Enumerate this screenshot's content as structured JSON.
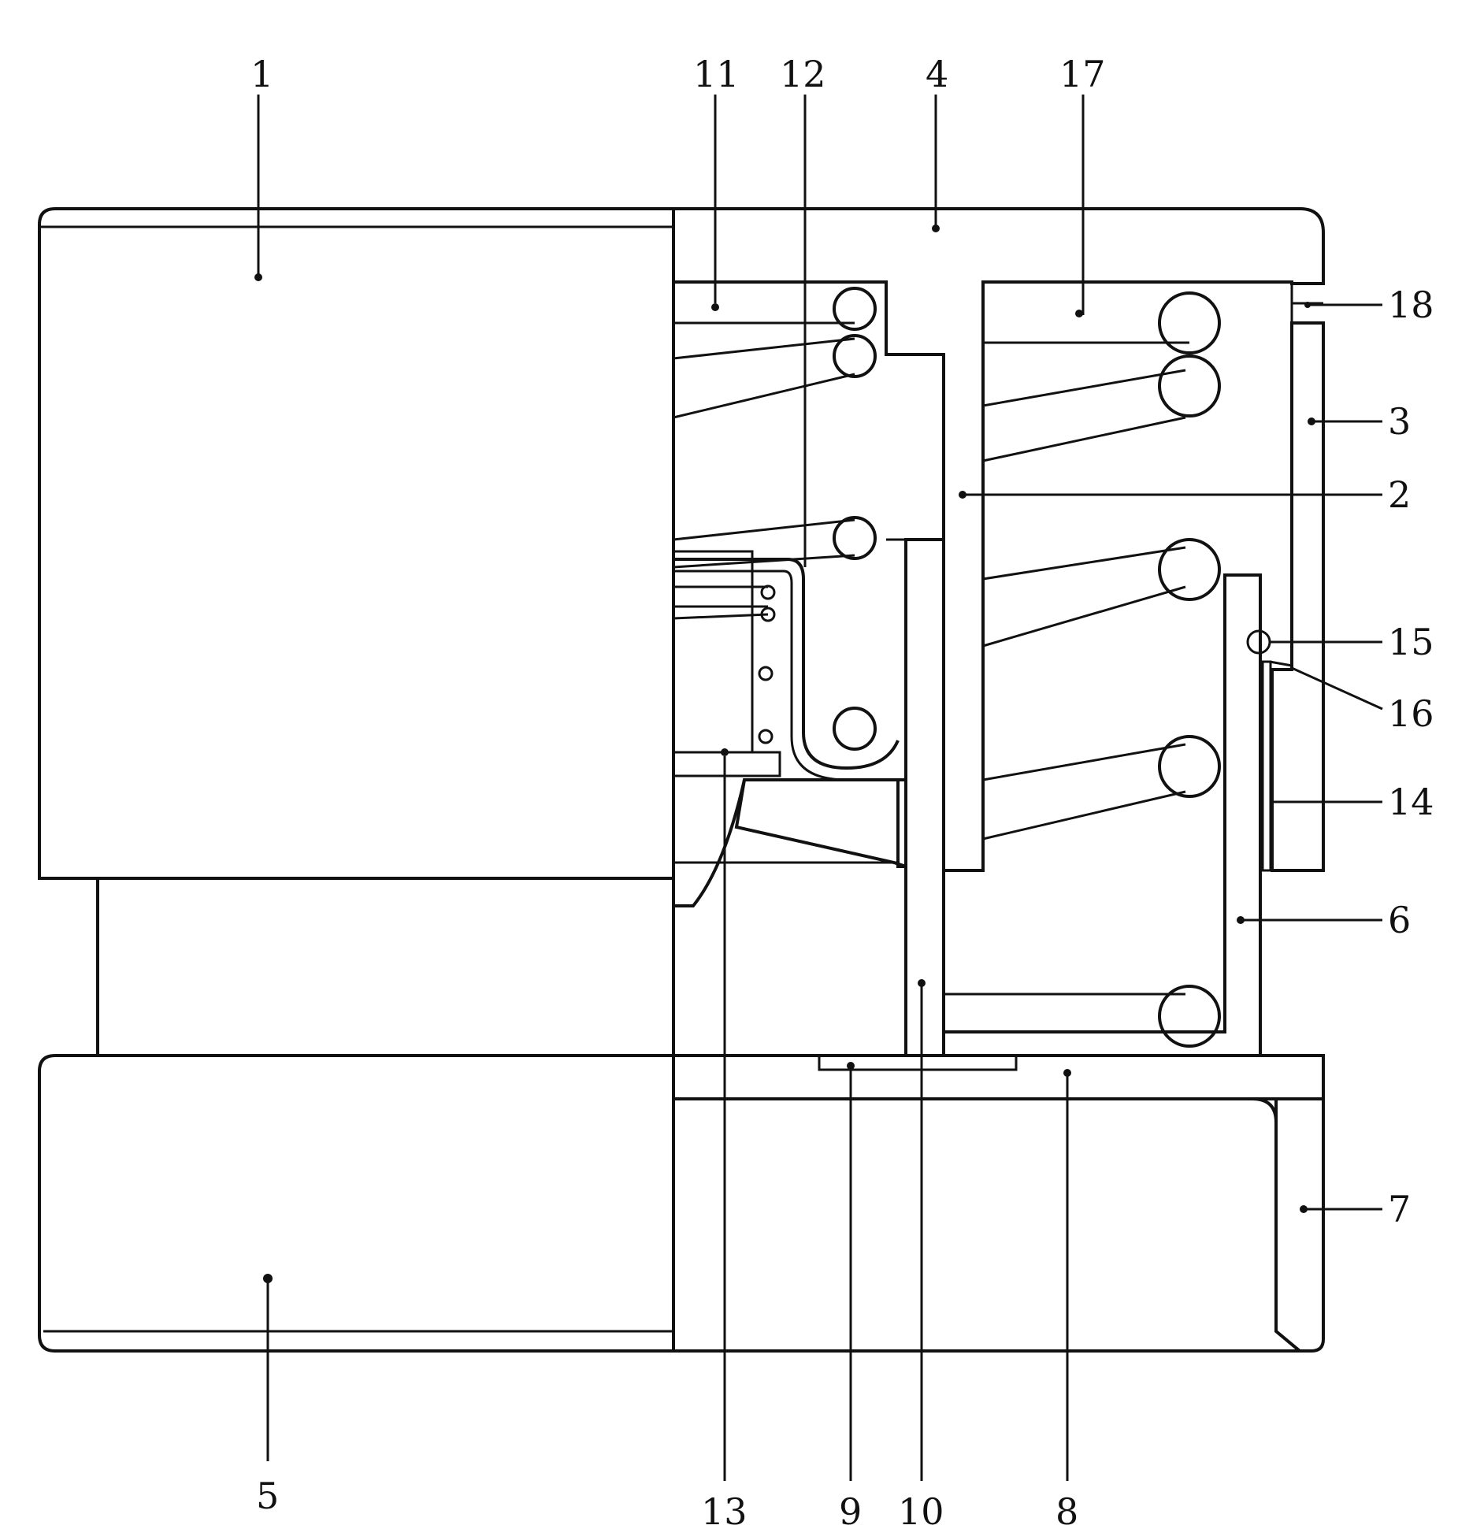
{
  "diagram": {
    "ink": "#111111",
    "background": "#ffffff",
    "labels": {
      "l1": "1",
      "l2": "2",
      "l3": "3",
      "l4": "4",
      "l5": "5",
      "l6": "6",
      "l7": "7",
      "l8": "8",
      "l9": "9",
      "l10": "10",
      "l11": "11",
      "l12": "12",
      "l13": "13",
      "l14": "14",
      "l15": "15",
      "l16": "16",
      "l17": "17",
      "l18": "18"
    }
  }
}
